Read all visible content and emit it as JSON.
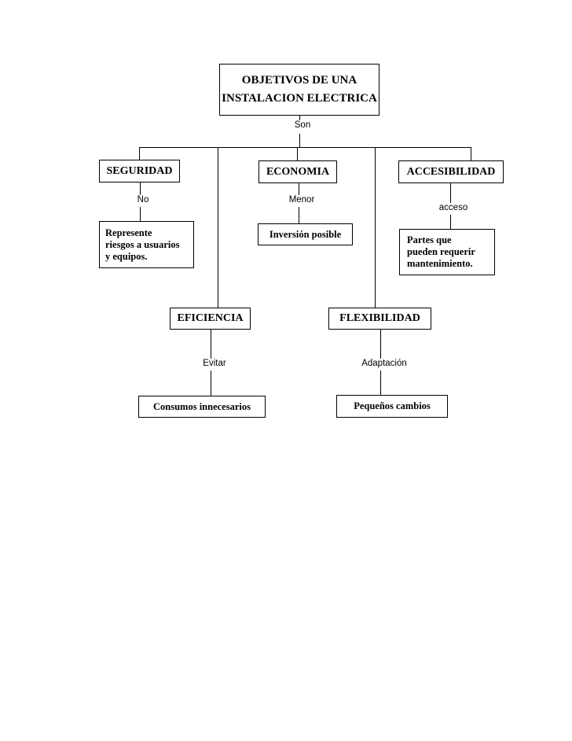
{
  "document": {
    "type": "concept-map",
    "language": "es",
    "background_color": "#ffffff",
    "line_color": "#000000",
    "text_color": "#000000"
  },
  "root": {
    "title_line_1": "OBJETIVOS DE UNA",
    "title_line_2": "INSTALACION ELECTRICA",
    "connector_label": "Son"
  },
  "branches": [
    {
      "key": "seguridad",
      "label": "SEGURIDAD",
      "edge_label": "No",
      "detail_lines": [
        "Represente",
        "riesgos a usuarios",
        "y equipos."
      ]
    },
    {
      "key": "economia",
      "label": "ECONOMIA",
      "edge_label": "Menor",
      "detail_lines": [
        "Inversión posible"
      ]
    },
    {
      "key": "accesibilidad",
      "label": "ACCESIBILIDAD",
      "edge_label": "acceso",
      "detail_lines": [
        "Partes que",
        "pueden requerir",
        "mantenimiento."
      ]
    },
    {
      "key": "eficiencia",
      "label": "EFICIENCIA",
      "edge_label": "Evitar",
      "detail_lines": [
        "Consumos innecesarios"
      ]
    },
    {
      "key": "flexibilidad",
      "label": "FLEXIBILIDAD",
      "edge_label": "Adaptación",
      "detail_lines": [
        "Pequeños cambios"
      ]
    }
  ]
}
